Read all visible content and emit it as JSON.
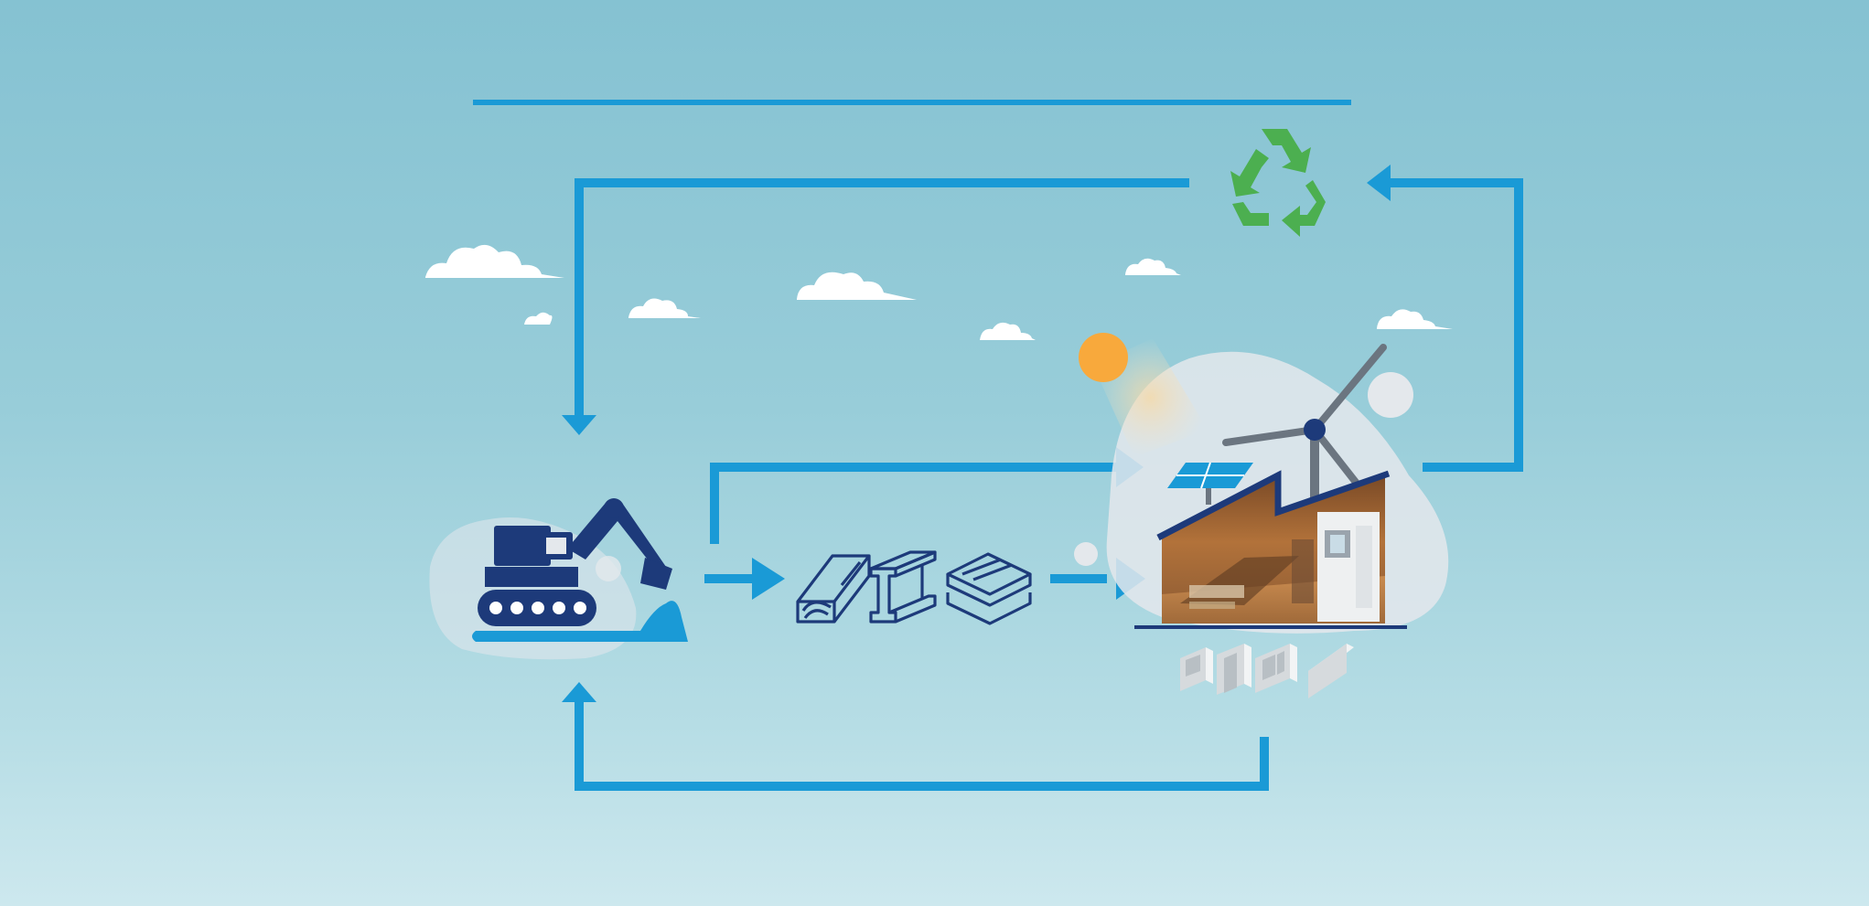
{
  "palette": {
    "flow_arrow": "#1a9ad6",
    "navy_icon": "#1d3a7a",
    "recycle_green": "#4caf50",
    "sun_orange": "#f8a93c",
    "cloud_white": "#ffffff",
    "blob_grey": "#e4e8ec",
    "module_grey": "#d6dadd"
  },
  "nodes": [
    {
      "name": "excavation",
      "icon": "excavator-icon"
    },
    {
      "name": "materials",
      "icons": [
        "timber-beam-icon",
        "steel-i-beam-icon",
        "stacked-panels-icon"
      ]
    },
    {
      "name": "factory",
      "icons": [
        "factory-photo",
        "solar-panel-icon",
        "wind-turbine-icon",
        "sun-icon"
      ]
    },
    {
      "name": "prefab-modules",
      "icon": "prefab-module-icons"
    },
    {
      "name": "recycling",
      "icon": "recycle-icon"
    }
  ],
  "flows": [
    {
      "from": "recycling",
      "to": "excavation"
    },
    {
      "from": "factory",
      "to": "recycling"
    },
    {
      "from": "excavation",
      "to": "materials"
    },
    {
      "from": "materials",
      "to": "factory"
    },
    {
      "from": "excavation",
      "to": "factory"
    },
    {
      "from": "prefab-modules",
      "to": "excavation"
    }
  ]
}
